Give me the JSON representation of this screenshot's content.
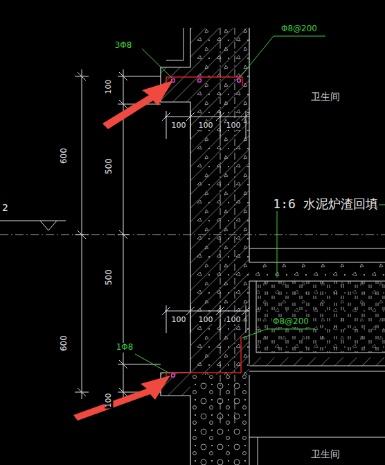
{
  "diagram": {
    "labels": [
      "3Φ8",
      "Φ8@200",
      "100",
      "600",
      "500",
      "100",
      "100",
      "100",
      "卫生间",
      "2",
      "1:6 水泥炉渣回填",
      "500",
      "600",
      "100",
      "100",
      "100",
      "Φ8@200",
      "1Φ8",
      "100",
      "卫生间"
    ]
  }
}
